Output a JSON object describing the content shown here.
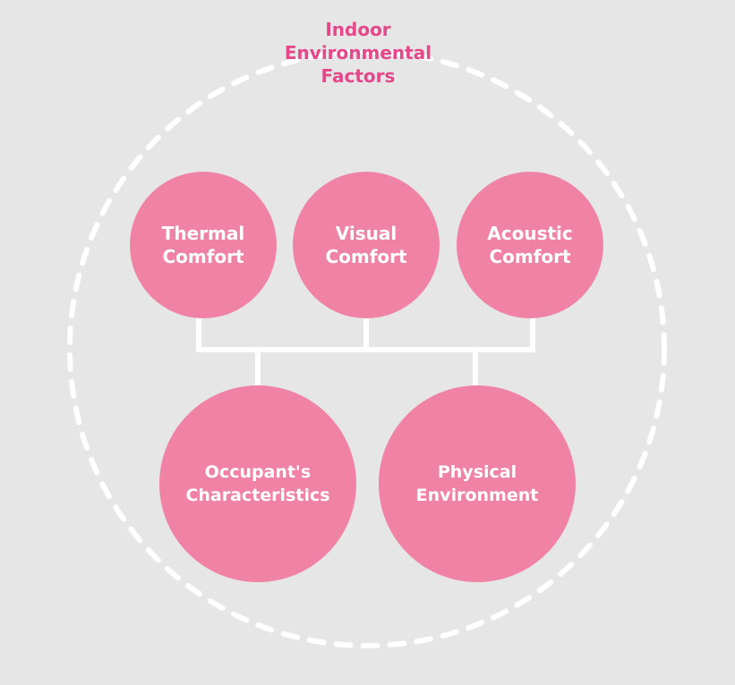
{
  "title": "Indoor\nEnvironmental\nFactors",
  "colors": {
    "background": "#e6e6e6",
    "accent": "#e5478a",
    "node_fill": "#f083a5",
    "connector": "#ffffff",
    "boundary": "#ffffff"
  },
  "comfort_nodes": [
    {
      "label": "Thermal\nComfort"
    },
    {
      "label": "Visual\nComfort"
    },
    {
      "label": "Acoustic\nComfort"
    }
  ],
  "factor_nodes": [
    {
      "label": "Occupant's\nCharacteristics"
    },
    {
      "label": "Physical\nEnvironment"
    }
  ]
}
